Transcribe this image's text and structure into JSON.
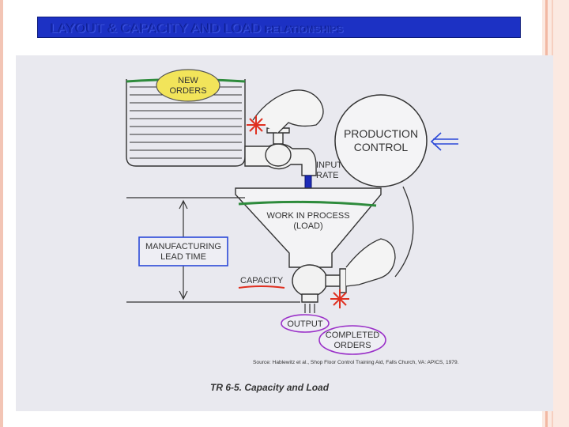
{
  "slide": {
    "title_main": "LAYOUT & CAPACITY AND LOAD",
    "title_small": "RELATIONSHIPS"
  },
  "diagram": {
    "new_orders": [
      "NEW",
      "ORDERS"
    ],
    "production_control": [
      "PRODUCTION",
      "CONTROL"
    ],
    "input_rate": [
      "INPUT",
      "RATE"
    ],
    "wip": [
      "WORK IN PROCESS",
      "(LOAD)"
    ],
    "mfg_lead_time": [
      "MANUFACTURING",
      "LEAD TIME"
    ],
    "capacity": "CAPACITY",
    "output": "OUTPUT",
    "completed_orders": [
      "COMPLETED",
      "ORDERS"
    ],
    "source": "Source: Hablewitz et al., Shop Floor Control Training Aid, Falls Church, VA: APICS, 1979.",
    "caption": "TR 6-5. Capacity and Load"
  }
}
